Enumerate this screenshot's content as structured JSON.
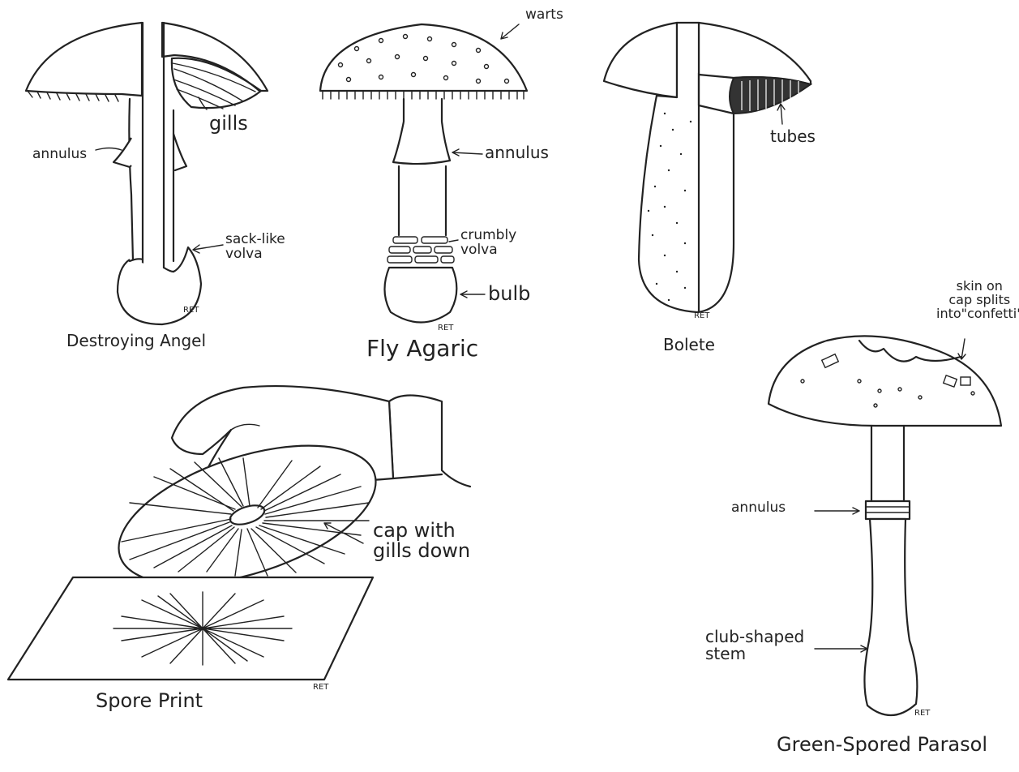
{
  "labels": {
    "gills": "gills",
    "annulus_angel": "annulus",
    "sack_volva": "sack-like\nvolva",
    "destroying_angel": "Destroying Angel",
    "warts": "warts",
    "annulus_fly": "annulus",
    "crumbly_volva": "crumbly\nvolva",
    "bulb": "bulb",
    "fly_agaric": "Fly Agaric",
    "tubes": "tubes",
    "bolete": "Bolete",
    "skin_confetti": "skin on\ncap splits\ninto\"confetti\"",
    "annulus_parasol": "annulus",
    "club_stem": "club-shaped\nstem",
    "green_spored_parasol": "Green-Spored Parasol",
    "cap_gills_down": "cap with\ngills down",
    "spore_print": "Spore Print",
    "signature": "RET"
  }
}
